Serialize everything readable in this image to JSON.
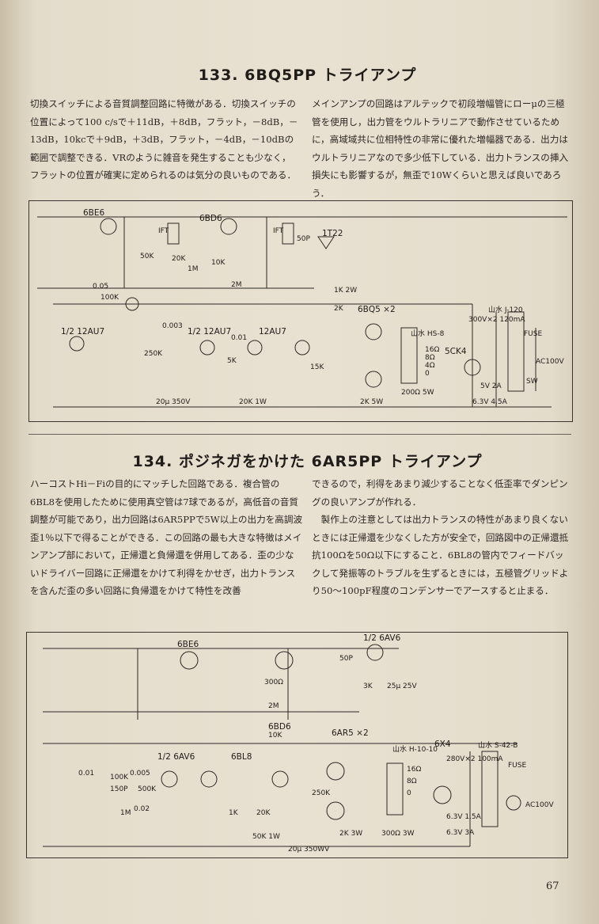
{
  "title_133": "133. 6BQ5PP トライアンプ",
  "text_133_left": "切換スイッチによる音質調整回路に特徴がある．切換スイッチの位置によって100 c/sで＋11dB，＋8dB，フラット，－8dB，－13dB，10kcで＋9dB，＋3dB，フラット，－4dB，－10dBの範囲で調整できる．VRのように雑音を発生することも少なく，フラットの位置が確実に定められるのは気分の良いものである．",
  "text_133_right": "メインアンプの回路はアルテックで初段増幅管にローμの三極管を使用し，出力管をウルトラリニアで動作させているために，高域域共に位相特性の非常に優れた増幅器である．出力はウルトラリニアなので多少低下している．出力トランスの挿入損失にも影響するが，無歪で10Wくらいと思えば良いであろう．",
  "schematic_133": {
    "tubes": [
      "6BE6",
      "6BD6",
      "1T22",
      "1/2 12AU7",
      "1/2 12AU7",
      "12AU7",
      "6BQ5 ×2",
      "5CK4"
    ],
    "transformer_label": "山水 HS-8",
    "power_transformer": "山水 J-120",
    "pt_rating": "300V×2 120mA",
    "heater_5v": "5V 2A",
    "heater_63v": "6.3V 4.5A",
    "taps": [
      "16Ω",
      "8Ω",
      "4Ω",
      "0"
    ],
    "fuse": "FUSE",
    "sw": "SW",
    "ac": "AC100V",
    "ift1": "IFT",
    "ift2": "IFT",
    "resistors": [
      "50K",
      "20K",
      "10K",
      "2M",
      "1M",
      "100K",
      "1K 2W",
      "2K",
      "5K",
      "250K",
      "15K",
      "2K 5W",
      "200Ω 5W",
      "20K 1W",
      "20μ 350V",
      "0.05",
      "0.01",
      "50P",
      "0.003"
    ]
  },
  "title_134": "134. ポジネガをかけた 6AR5PP トライアンプ",
  "text_134_left": "ハーコストHi－Fiの目的にマッチした回路である．複合管の6BL8を使用したために使用真空管は7球であるが，高低音の音質調整が可能であり，出力回路は6AR5PPで5W以上の出力を高調波歪1％以下で得ることができる．この回路の最も大きな特徴はメインアンプ部において，正帰還と負帰還を併用してある．歪の少ないドライバー回路に正帰還をかけて利得をかせぎ，出力トランスを含んだ歪の多い回路に負帰還をかけて特性を改善",
  "text_134_right": "できるので，利得をあまり減少することなく低歪率でダンピングの良いアンプが作れる．\n　製作上の注意としては出力トランスの特性があまり良くないときには正帰還を少なくした方が安全で，回路図中の正帰還抵抗100Ωを50Ω以下にすること．6BL8の管内でフィードバックして発振等のトラブルを生ずるときには，五極管グリッドより50～100pF程度のコンデンサーでアースすると止まる．",
  "schematic_134": {
    "tubes": [
      "6BE6",
      "1/2 6AV6",
      "6BD6",
      "6AR5 ×2",
      "1/2 6AV6",
      "6BL8",
      "6X4"
    ],
    "transformer_label": "山水 H-10-10",
    "power_transformer": "山水 S-42-B",
    "pt_rating": "280V×2 100mA",
    "heater_15": "6.3V 1.5A",
    "heater_3": "6.3V 3A",
    "taps": [
      "16Ω",
      "8Ω",
      "0"
    ],
    "fuse": "FUSE",
    "ac": "AC100V",
    "resistors": [
      "100K",
      "0.005",
      "150P",
      "1M",
      "0.02",
      "500K",
      "2M",
      "10K",
      "300Ω",
      "1K",
      "20K",
      "50P",
      "3K",
      "25μ 25V",
      "250K",
      "50K 1W",
      "2K 3W",
      "300Ω 3W",
      "20μ 350WV",
      "0.01"
    ]
  },
  "page_number": "67"
}
